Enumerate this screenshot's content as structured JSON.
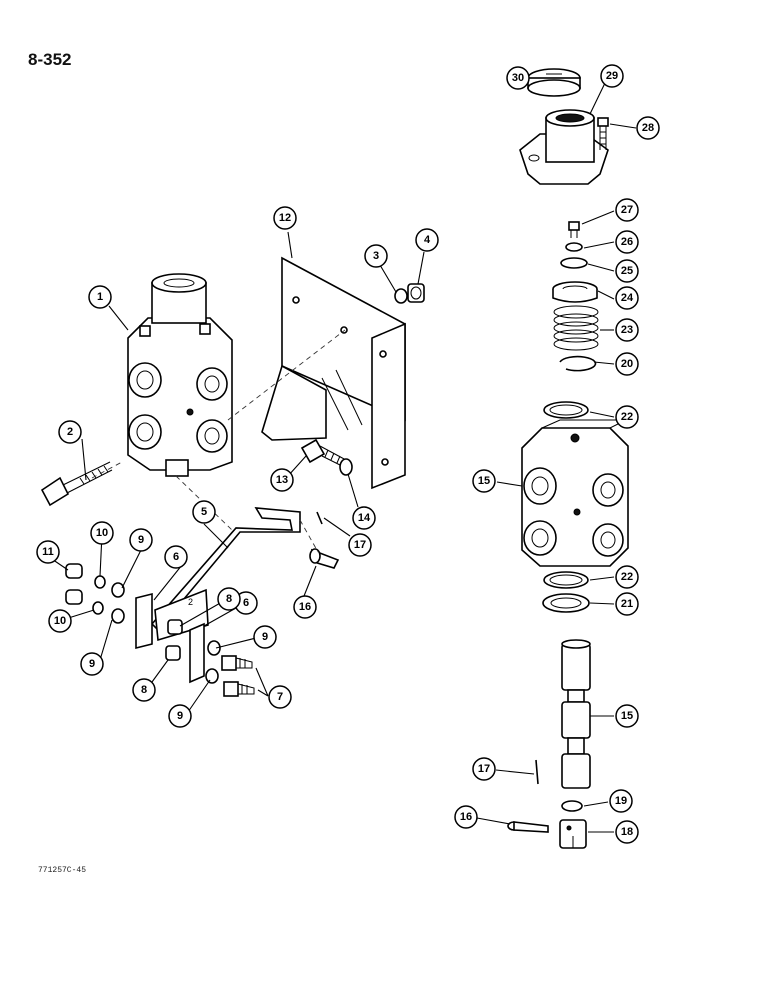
{
  "page_number": "8-352",
  "drawing_code": "771257C-45",
  "callouts": {
    "c1": "1",
    "c2": "2",
    "c3": "3",
    "c4": "4",
    "c5": "5",
    "c6a": "6",
    "c6b": "6",
    "c7": "7",
    "c8a": "8",
    "c8b": "8",
    "c9a": "9",
    "c9b": "9",
    "c9c": "9",
    "c9d": "9",
    "c10a": "10",
    "c10b": "10",
    "c11": "11",
    "c12": "12",
    "c13": "13",
    "c14": "14",
    "c15a": "15",
    "c15b": "15",
    "c16a": "16",
    "c16b": "16",
    "c17a": "17",
    "c17b": "17",
    "c18": "18",
    "c19": "19",
    "c20": "20",
    "c21": "21",
    "c22a": "22",
    "c22b": "22",
    "c23": "23",
    "c24": "24",
    "c25": "25",
    "c26": "26",
    "c27": "27",
    "c28": "28",
    "c29": "29",
    "c30": "30"
  }
}
